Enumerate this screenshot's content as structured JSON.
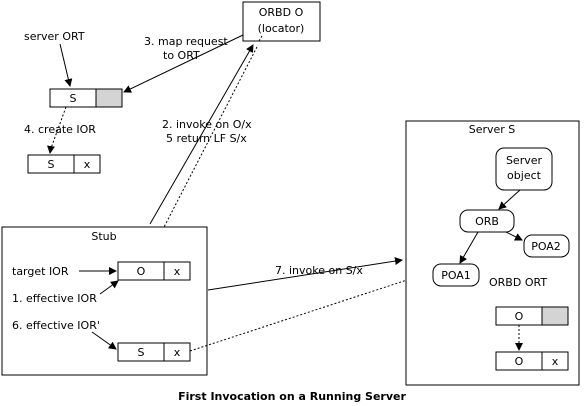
{
  "caption": "First Invocation on a Running Server",
  "orbd": {
    "line1": "ORBD O",
    "line2": "(locator)"
  },
  "labels": {
    "server_ort": "server ORT",
    "map_request_1": "3. map request",
    "map_request_2": "to ORT",
    "create_ior": "4. create IOR",
    "invoke_1": "2. invoke on O/x",
    "invoke_2": "5 return LF S/x",
    "invoke_s": "7. invoke on S/x",
    "target_ior": "target IOR",
    "effective_ior": "1. effective IOR",
    "effective_ior2": "6. effective IOR'"
  },
  "stub": {
    "title": "Stub"
  },
  "server": {
    "title": "Server S",
    "object_1": "Server",
    "object_2": "object",
    "orb": "ORB",
    "poa1": "POA1",
    "poa2": "POA2",
    "orbd_ort": "ORBD ORT"
  },
  "cells": {
    "ort_s": "S",
    "ior_s": "S",
    "ior_x": "x",
    "target_o": "O",
    "target_x": "x",
    "eff_s": "S",
    "eff_x": "x",
    "orbd_o": "O",
    "new_o": "O",
    "new_x": "x"
  }
}
